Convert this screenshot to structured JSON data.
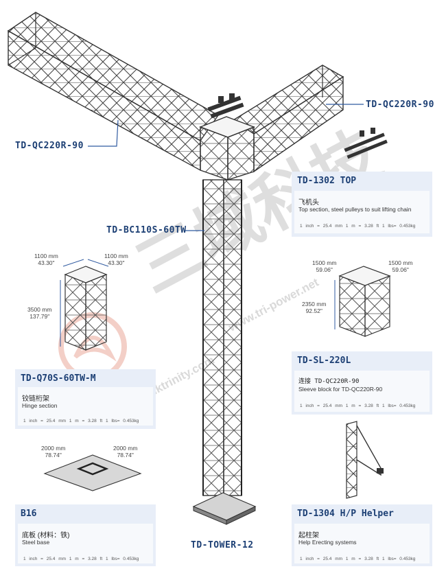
{
  "labels": {
    "qc_left": "TD-QC220R-90",
    "qc_right": "TD-QC220R-90",
    "bc": "TD-BC110S-60TW",
    "tower": "TD-TOWER-12"
  },
  "watermark": {
    "cn": "三域科技",
    "url1": "www.tri-power.net",
    "url2": "www.hktrinity.com"
  },
  "panels": {
    "p1302": {
      "title": "TD-1302 TOP",
      "zh": "飞机头",
      "en": "Top section, steel pulleys to suit lifting chain",
      "conv": "1 inch = 25.4 mm   1 m = 3.28 ft   1 lbs= 0.453kg"
    },
    "q70": {
      "title": "TD-Q70S-60TW-M",
      "zh": "铰链桁架",
      "en": "Hinge section",
      "conv": "1 inch = 25.4 mm   1 m = 3.28 ft   1 lbs= 0.453kg"
    },
    "sl220": {
      "title": "TD-SL-220L",
      "zh": "连接 TD-QC220R-90",
      "en": "Sleeve block for TD-QC220R-90",
      "conv": "1 inch = 25.4 mm   1 m = 3.28 ft   1 lbs= 0.453kg"
    },
    "b16": {
      "title": "B16",
      "zh": "底板 (材料：铁)",
      "en": "Steel base",
      "conv": "1 inch = 25.4 mm   1 m = 3.28 ft   1 lbs= 0.453kg"
    },
    "h1304": {
      "title": "TD-1304 H/P Helper",
      "zh": "起柱架",
      "en": "Help Erecting systems",
      "conv": "1 inch = 25.4 mm   1 m = 3.28 ft   1 lbs= 0.453kg"
    }
  },
  "dims": {
    "hinge_w1": "1100 mm\n43.30\"",
    "hinge_w2": "1100 mm\n43.30\"",
    "hinge_h": "3500 mm\n137.79\"",
    "top_w1": "1500 mm\n59.06\"",
    "top_w2": "1500 mm\n59.06\"",
    "top_h": "2350 mm\n92.52\"",
    "base_w1": "2000 mm\n78.74\"",
    "base_w2": "2000 mm\n78.74\""
  }
}
